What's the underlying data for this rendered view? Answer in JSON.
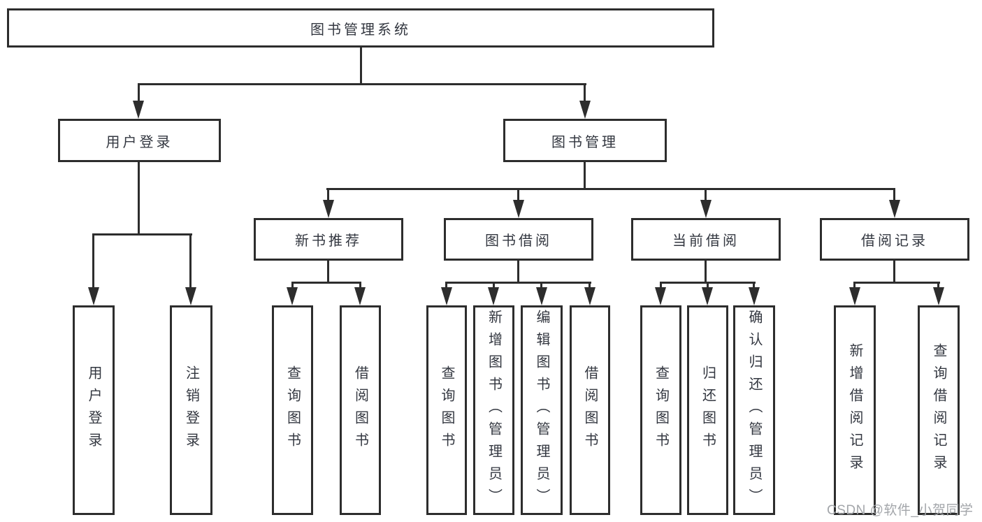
{
  "diagram": {
    "root": {
      "label": "图书管理系统",
      "children": [
        {
          "label": "用户登录",
          "children": [
            {
              "label": "用户登录"
            },
            {
              "label": "注销登录"
            }
          ]
        },
        {
          "label": "图书管理",
          "children": [
            {
              "label": "新书推荐",
              "children": [
                {
                  "label": "查询图书"
                },
                {
                  "label": "借阅图书"
                }
              ]
            },
            {
              "label": "图书借阅",
              "children": [
                {
                  "label": "查询图书"
                },
                {
                  "label": "新增图书（管理员）"
                },
                {
                  "label": "编辑图书（管理员）"
                },
                {
                  "label": "借阅图书"
                }
              ]
            },
            {
              "label": "当前借阅",
              "children": [
                {
                  "label": "查询图书"
                },
                {
                  "label": "归还图书"
                },
                {
                  "label": "确认归还（管理员）"
                }
              ]
            },
            {
              "label": "借阅记录",
              "children": [
                {
                  "label": "新增借阅记录"
                },
                {
                  "label": "查询借阅记录"
                }
              ]
            }
          ]
        }
      ]
    }
  },
  "watermark": {
    "text": "CSDN @软件_小贺同学"
  },
  "colors": {
    "line": "#2d2d2d",
    "text": "#333740",
    "watermark": "#a3a6aa",
    "background": "#ffffff"
  }
}
